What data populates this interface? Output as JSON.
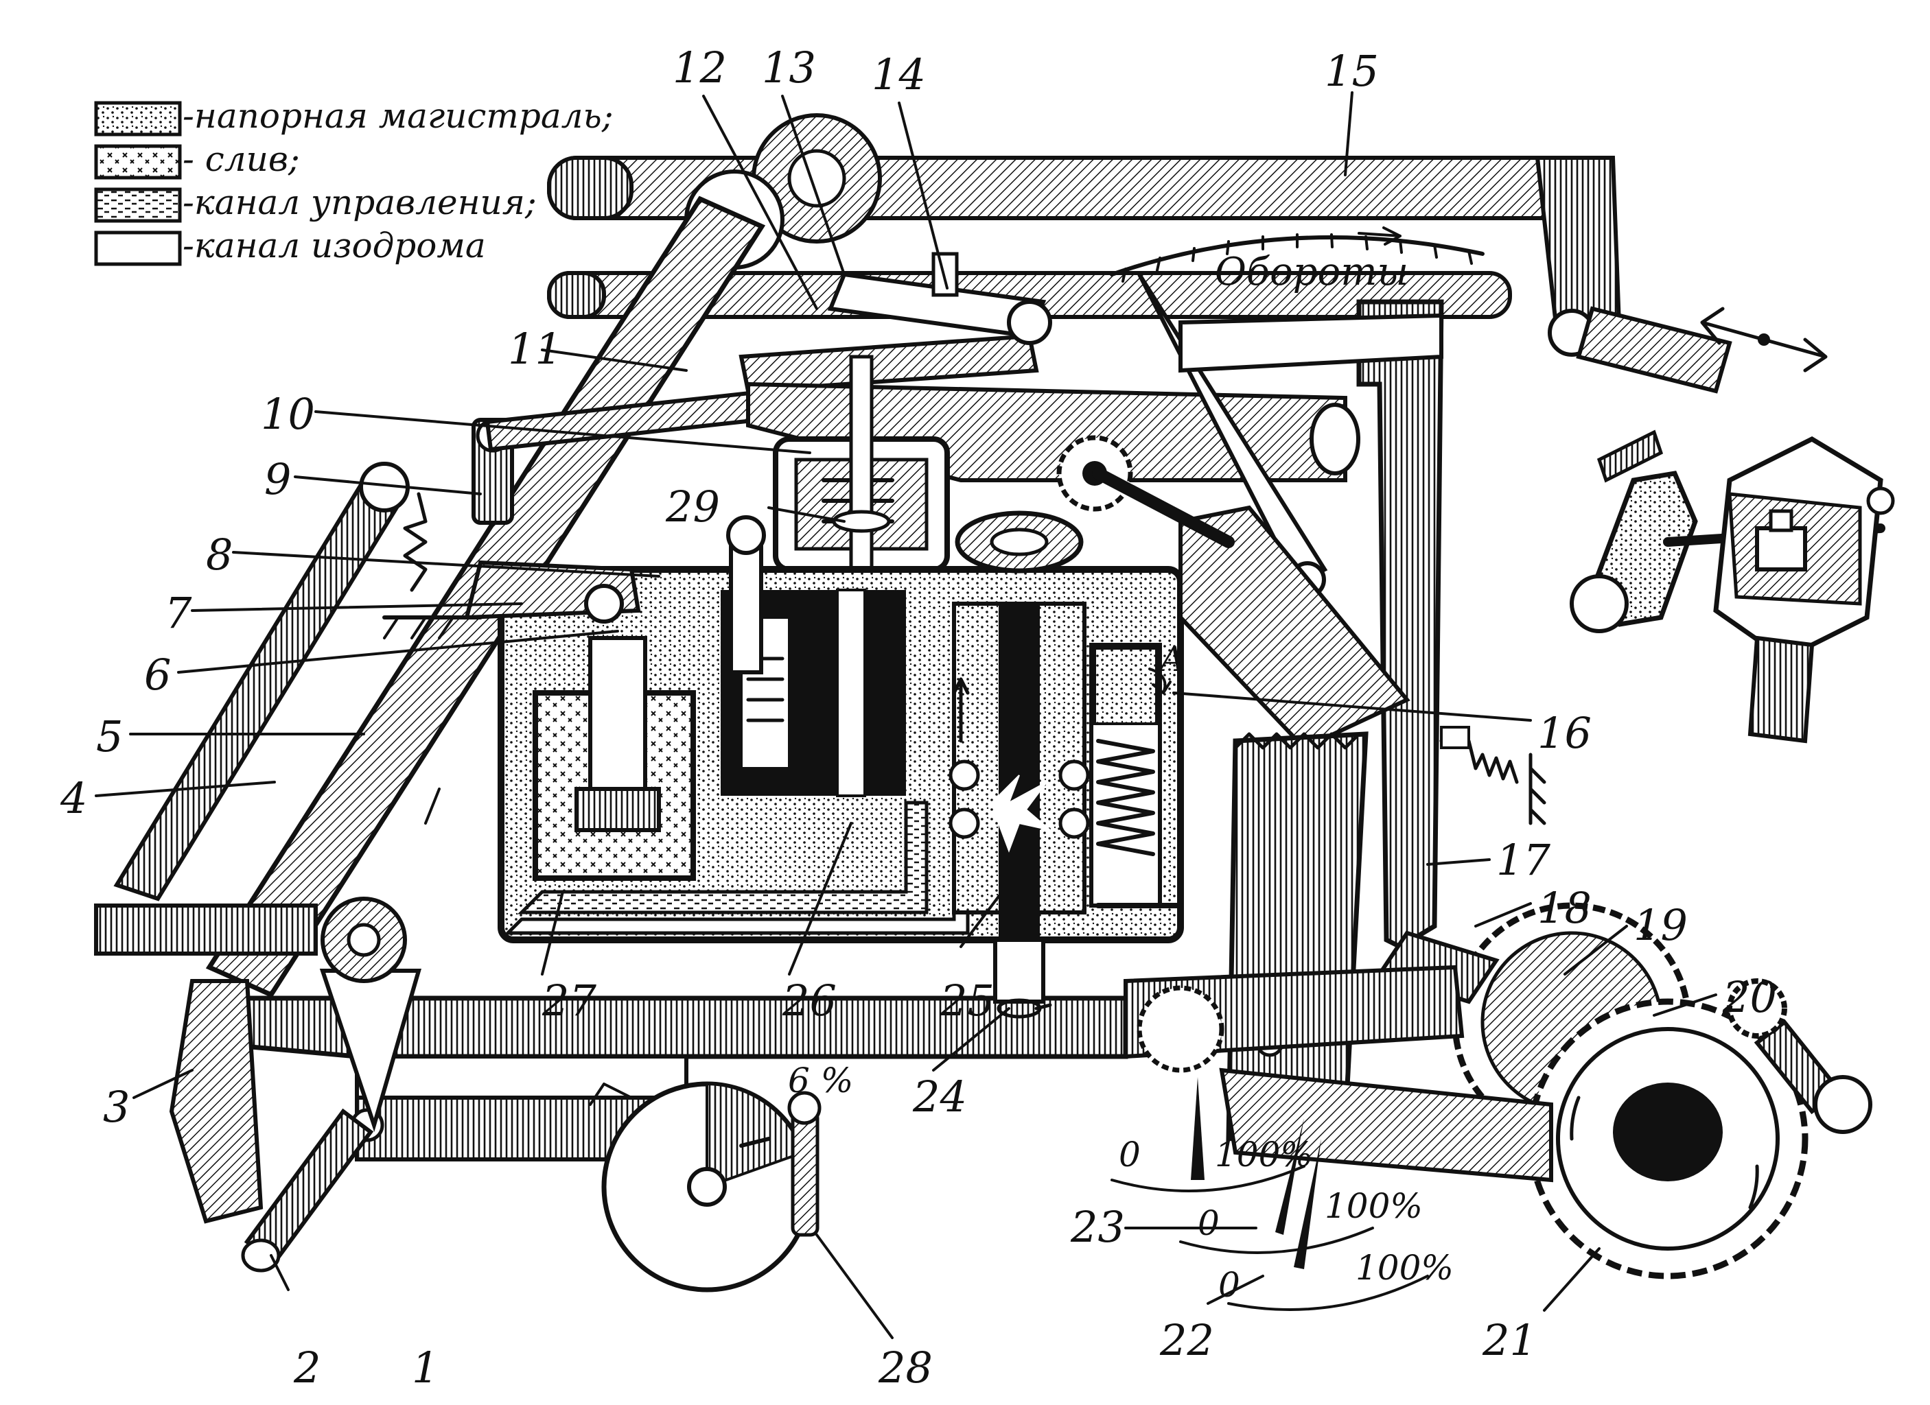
{
  "legend": [
    {
      "pattern": "dots",
      "text": "-напорная магистраль;"
    },
    {
      "pattern": "crosses",
      "text": "- слив;"
    },
    {
      "pattern": "dashes",
      "text": "-канал управления;"
    },
    {
      "pattern": "blank",
      "text": "-канал изодрома"
    }
  ],
  "dial_title": "Обороты",
  "arrow_label": "A",
  "scales": {
    "percent_top": "6 %",
    "scale_a_zero": "0",
    "scale_a_full": "100%",
    "scale_b_zero": "0",
    "scale_b_full": "100%",
    "scale_c_zero": "0",
    "scale_c_full": "100%"
  },
  "callouts": [
    "1",
    "2",
    "3",
    "4",
    "5",
    "6",
    "7",
    "8",
    "9",
    "10",
    "11",
    "12",
    "13",
    "14",
    "15",
    "16",
    "17",
    "18",
    "19",
    "20",
    "21",
    "22",
    "23",
    "24",
    "25",
    "26",
    "27",
    "28",
    "29"
  ]
}
